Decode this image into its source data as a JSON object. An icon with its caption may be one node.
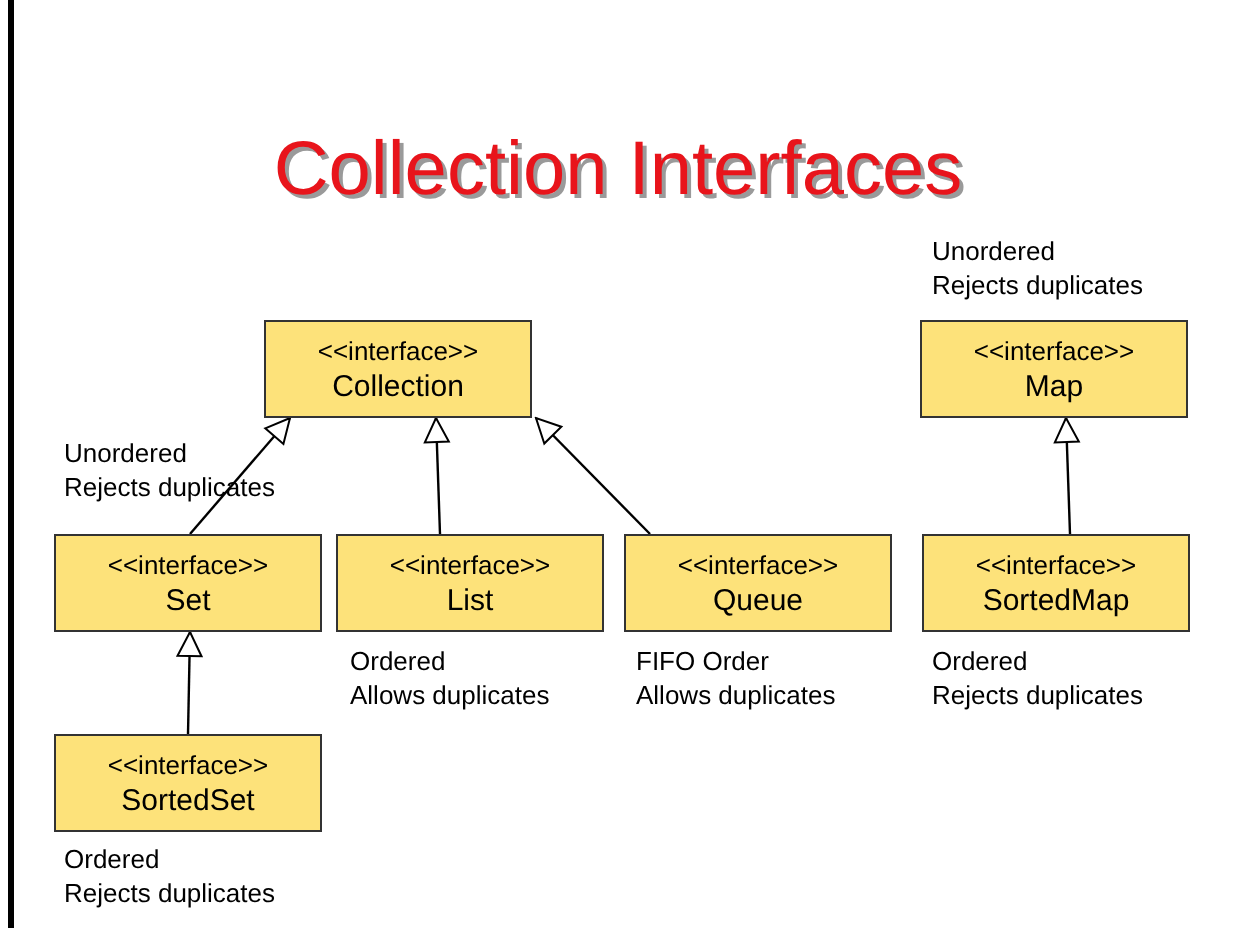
{
  "diagram": {
    "title": "Collection Interfaces",
    "nodes": [
      {
        "text": [
          "<<interface>>",
          "Collection"
        ]
      },
      {
        "text": [
          "<<interface>>",
          "Set"
        ],
        "beside": [
          "Unordered",
          "Rejects duplicates"
        ]
      },
      {
        "text": [
          "<<interface>>",
          "List"
        ],
        "beside": [
          "Ordered",
          "Allows duplicates"
        ]
      },
      {
        "text": [
          "<<interface>>",
          "Queue"
        ],
        "beside": [
          "FIFO Order",
          "Allows duplicates"
        ]
      },
      {
        "text": [
          "<<interface>>",
          "SortedSet"
        ],
        "beside": [
          "Ordered",
          "Rejects duplicates"
        ]
      },
      {
        "text": [
          "<<interface>>",
          "Map"
        ],
        "beside": [
          "Unordered",
          "Rejects duplicates"
        ]
      },
      {
        "text": [
          "<<interface>>",
          "SortedMap"
        ],
        "beside": [
          "Ordered",
          "Rejects duplicates"
        ]
      }
    ],
    "edges": [
      {
        "from": 1,
        "to": 0,
        "arrow": "to"
      },
      {
        "from": 2,
        "to": 0,
        "arrow": "to"
      },
      {
        "from": 3,
        "to": 0,
        "arrow": "to"
      },
      {
        "from": 4,
        "to": 1,
        "arrow": "to"
      },
      {
        "from": 6,
        "to": 5,
        "arrow": "to"
      }
    ]
  }
}
